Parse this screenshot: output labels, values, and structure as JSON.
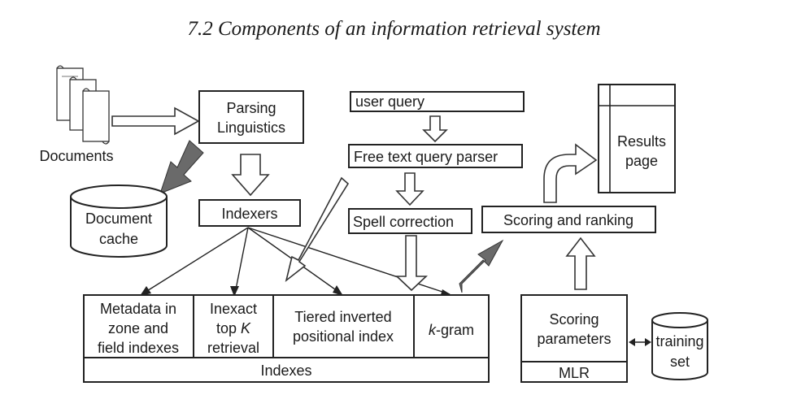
{
  "title": "7.2  Components of an information retrieval system",
  "labels": {
    "documents": "Documents",
    "parsing": [
      "Parsing",
      "Linguistics"
    ],
    "document_cache": [
      "Document",
      "cache"
    ],
    "indexers": "Indexers",
    "user_query": "user query",
    "free_text_parser": "Free text query parser",
    "spell_correction": "Spell correction",
    "scoring_ranking": "Scoring and ranking",
    "results_page": [
      "Results",
      "page"
    ],
    "metadata": [
      "Metadata in",
      "zone and",
      "field indexes"
    ],
    "inexact": [
      "Inexact",
      "top ",
      "K",
      "retrieval"
    ],
    "tiered": [
      "Tiered inverted",
      "positional index"
    ],
    "kgram_k": "k",
    "kgram_rest": "-gram",
    "indexes": "Indexes",
    "scoring_params": [
      "Scoring",
      "parameters"
    ],
    "mlr": "MLR",
    "training_set": [
      "training",
      "set"
    ]
  }
}
